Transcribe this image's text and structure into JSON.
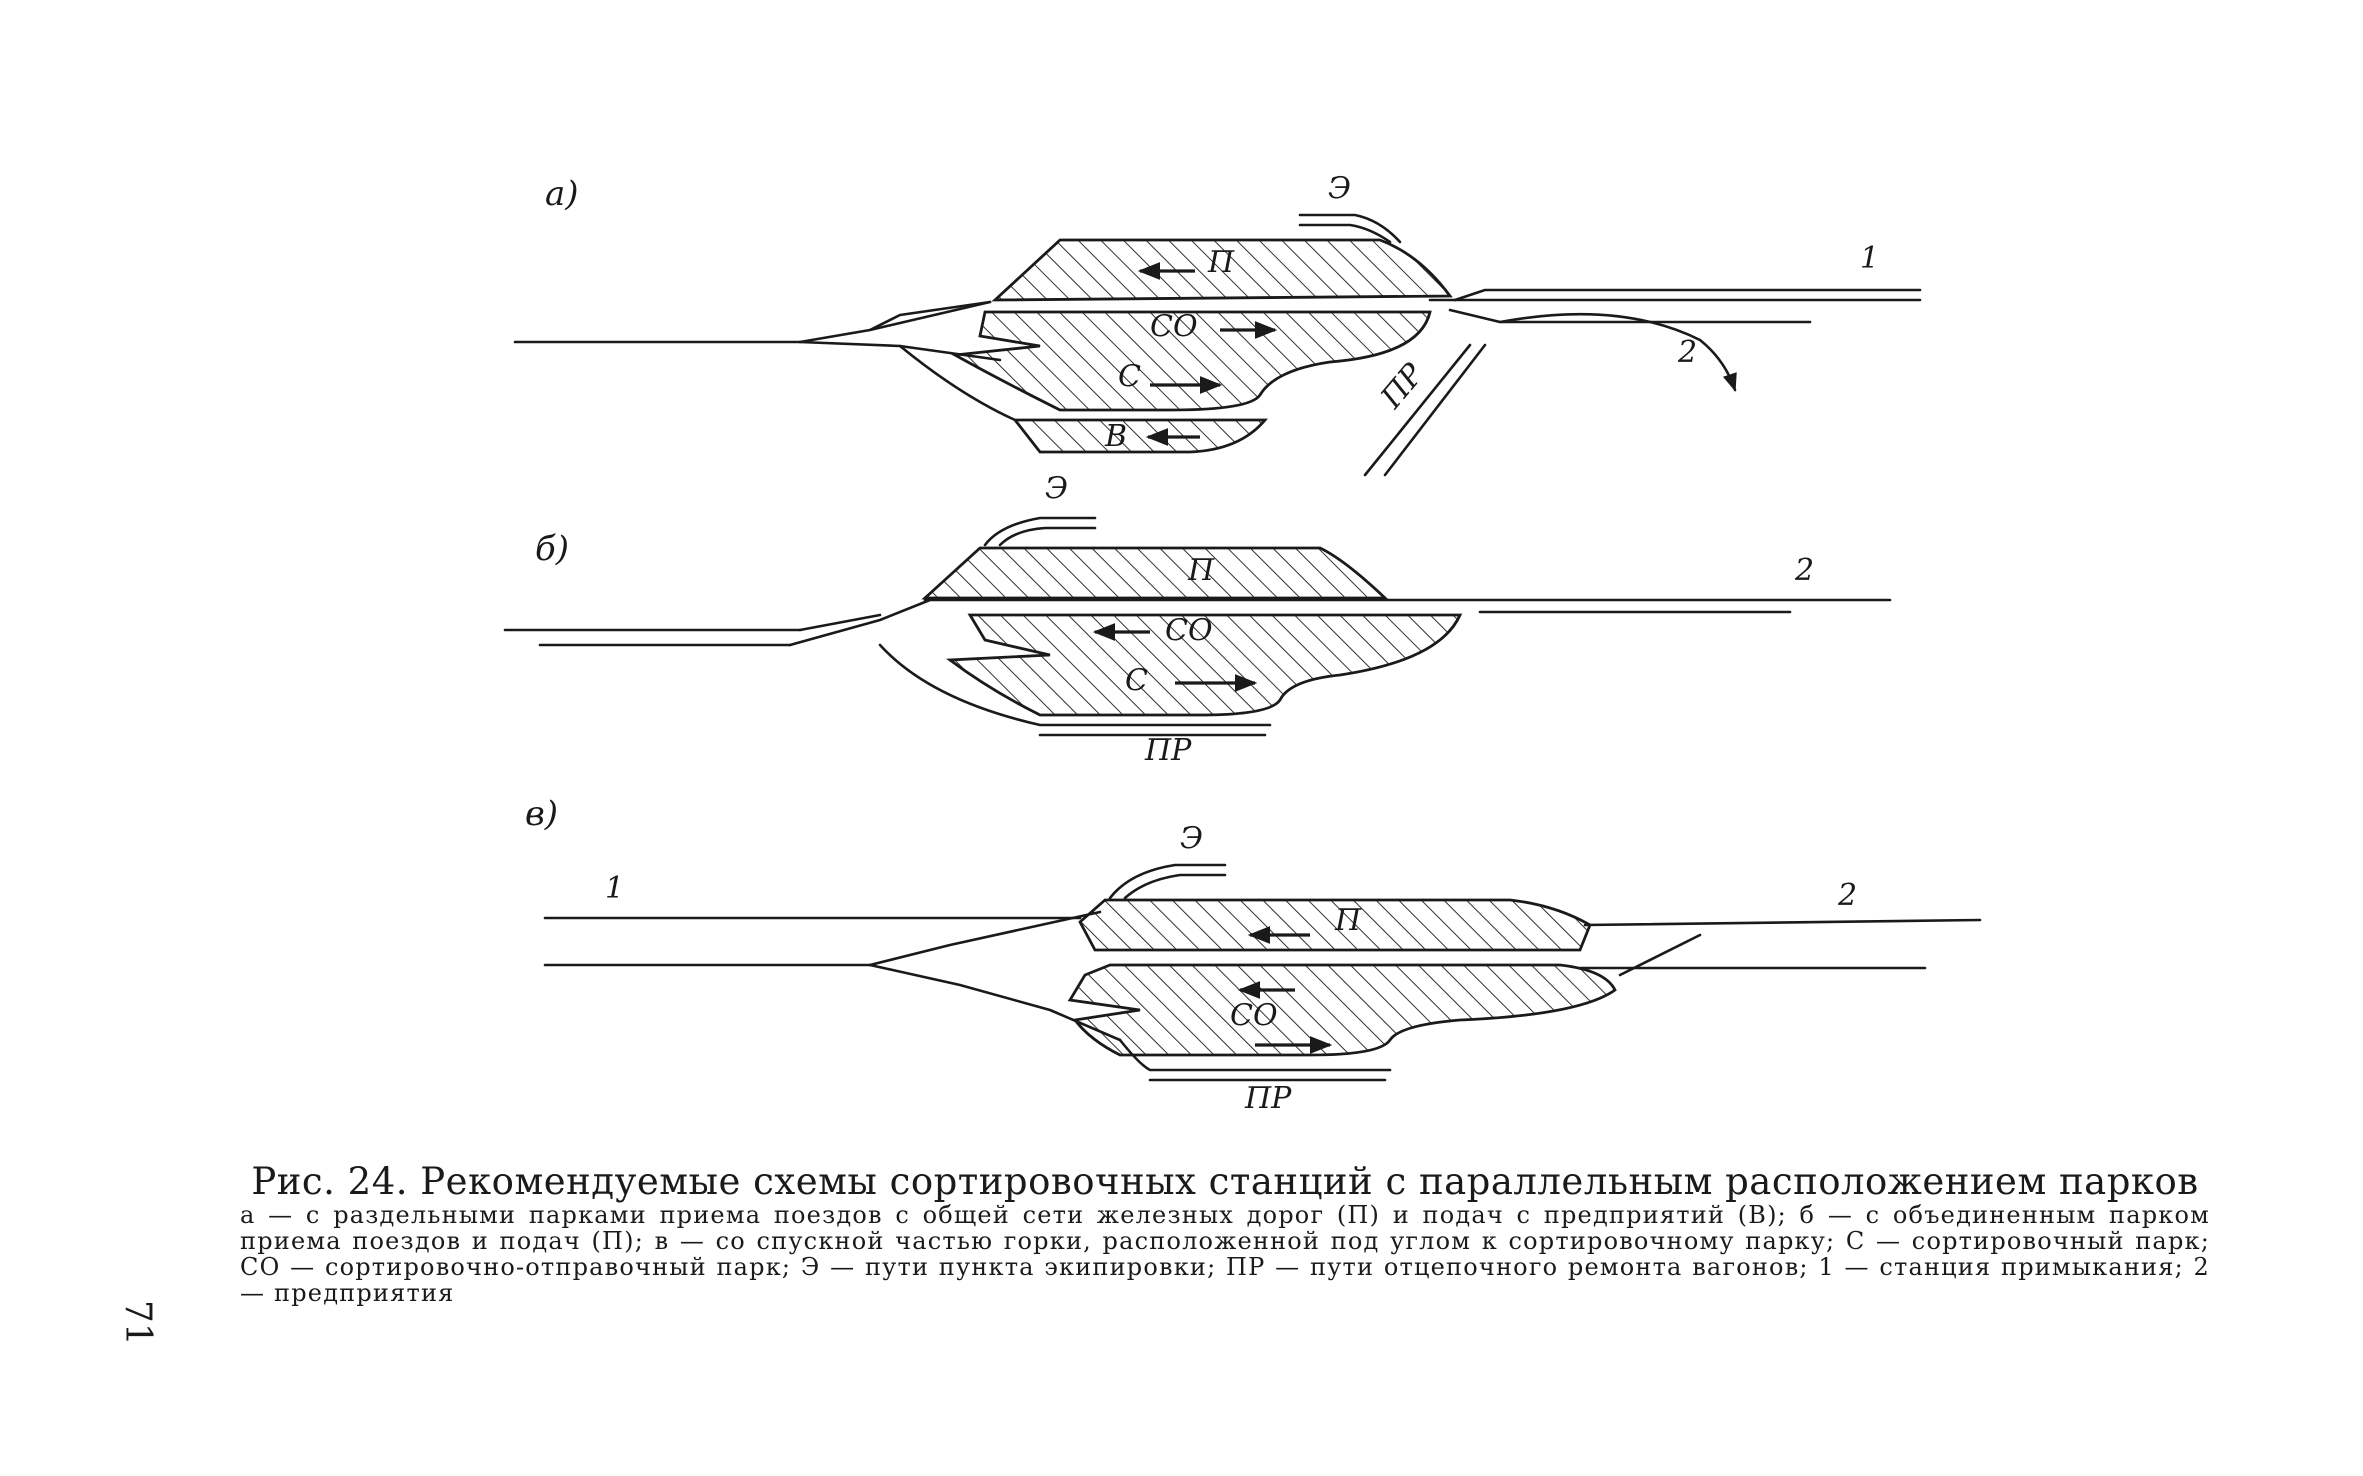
{
  "diagram_a": {
    "label": "а)",
    "parks": {
      "p": "П",
      "so": "СО",
      "s": "С",
      "v": "В"
    },
    "spurs": {
      "e": "Э",
      "pr": "ПР"
    },
    "line_numbers": {
      "n1": "1",
      "n2": "2"
    }
  },
  "diagram_b": {
    "label": "б)",
    "parks": {
      "p": "П",
      "so": "СО",
      "s": "С"
    },
    "spurs": {
      "e": "Э",
      "pr": "ПР"
    },
    "line_numbers": {
      "n2": "2"
    }
  },
  "diagram_c": {
    "label": "в)",
    "parks": {
      "p": "П",
      "so": "СО"
    },
    "spurs": {
      "e": "Э",
      "pr": "ПР"
    },
    "line_numbers": {
      "n1": "1",
      "n2": "2"
    }
  },
  "caption": {
    "title": "Рис. 24. Рекомендуемые схемы сортировочных станций с параллельным расположением парков",
    "line1": "а — с раздельными парками приема поездов с общей сети железных дорог (П) и подач с предприятий (В); б — с объединенным парком приема поездов и подач (П); в — со спускной частью горки, расположенной под углом к сортировочному парку; С — сортировочный парк; СО — сортировочно-отправочный парк; Э — пути пункта экипировки; ПР — пути отцепочного ремонта вагонов; 1 — станция примыкания; 2 — предприятия"
  },
  "page_number": "71",
  "colors": {
    "ink": "#1a1a1a",
    "paper": "#ffffff"
  }
}
